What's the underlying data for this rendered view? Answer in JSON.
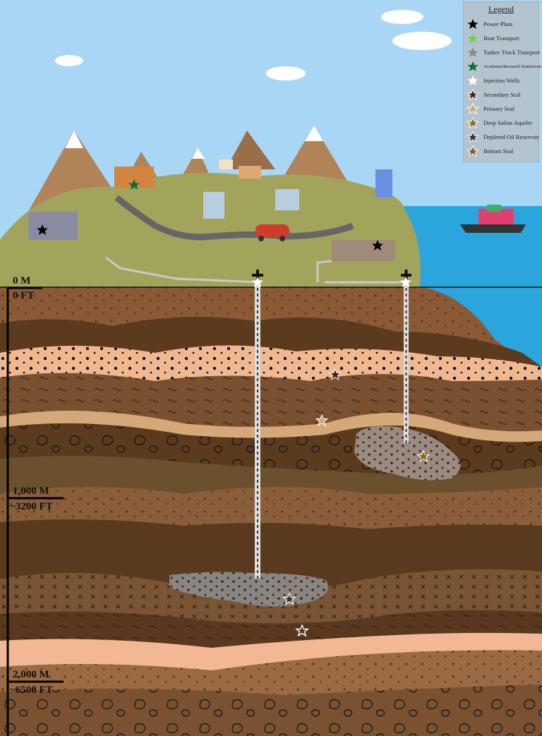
{
  "legend": {
    "title": "Legend",
    "items": [
      {
        "label": "Power Plant",
        "color": "#000000"
      },
      {
        "label": "Boat Transport",
        "color": "#6fd24a"
      },
      {
        "label": "Tanker Truck Transport",
        "color": "#8a8a8a"
      },
      {
        "label": "Academia/Research Institutions",
        "color": "#0c6e3a"
      },
      {
        "label": "Injection Wells",
        "color": "#ffffff"
      },
      {
        "label": "Secondary Seal",
        "color": "#4a2410"
      },
      {
        "label": "Primary Seal",
        "color": "#d8a070"
      },
      {
        "label": "Deep Saline Aquifer",
        "color": "#8a6a10"
      },
      {
        "label": "Depleted Oil Reservoir",
        "color": "#3e342c"
      },
      {
        "label": "Bottom Seal",
        "color": "#8a5a32"
      }
    ]
  },
  "depth_scale": {
    "m0": "0 M",
    "ft0": "0 FT",
    "m1000": "1,000 M",
    "ft1000": "~3200 FT",
    "m2000": "2,000 M",
    "ft2000": "~6500 FT"
  }
}
